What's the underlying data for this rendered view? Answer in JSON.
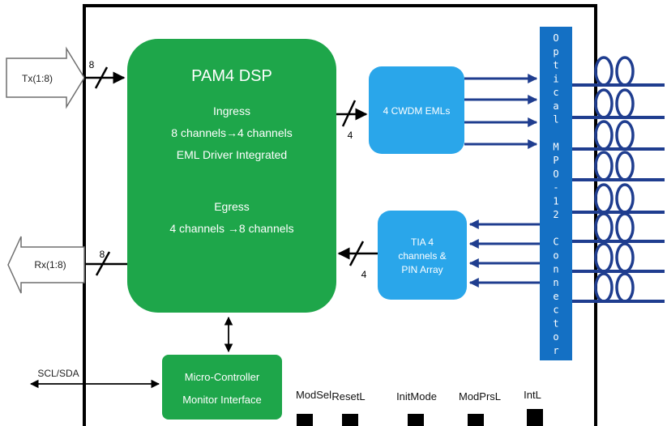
{
  "dsp": {
    "title": "PAM4 DSP",
    "ingress_heading": "Ingress",
    "ingress_mapping": "8 channels→4 channels",
    "ingress_feature": "EML Driver Integrated",
    "egress_heading": "Egress",
    "egress_mapping": "4 channels →8 channels"
  },
  "emls": {
    "label": "4 CWDM EMLs",
    "lane_count": "4"
  },
  "tia": {
    "line1": "TIA 4",
    "line2": "channels &",
    "line3": "PIN Array",
    "lane_count": "4"
  },
  "connector": {
    "label": "Optical MPO-12 Connector"
  },
  "micro_controller": {
    "line1": "Micro-Controller",
    "line2": "Monitor Interface"
  },
  "tx": {
    "label": "Tx(1:8)",
    "bus_width": "8"
  },
  "rx": {
    "label": "Rx(1:8)",
    "bus_width": "8"
  },
  "i2c": {
    "label": "SCL/SDA"
  },
  "pins": [
    {
      "label": "ModSel"
    },
    {
      "label": "ResetL"
    },
    {
      "label": "InitMode"
    },
    {
      "label": "ModPrsL"
    },
    {
      "label": "IntL"
    }
  ],
  "colors": {
    "dsp_green": "#1ea64a",
    "eml_blue": "#2aa6ea",
    "connector_blue": "#1470c4",
    "fiber_navy": "#1f3d8f",
    "frame_black": "#000000"
  }
}
